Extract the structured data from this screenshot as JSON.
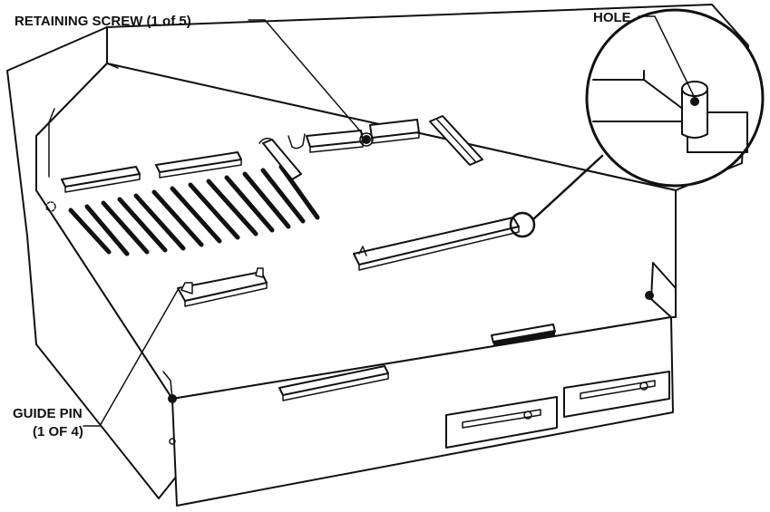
{
  "labels": {
    "retaining_screw": "RETAINING SCREW (1 of 5)",
    "hole": "HOLE",
    "guide_pin_line1": "GUIDE PIN",
    "guide_pin_line2": "(1 OF 4)"
  },
  "colors": {
    "ink": "#111111",
    "paper": "#ffffff"
  }
}
